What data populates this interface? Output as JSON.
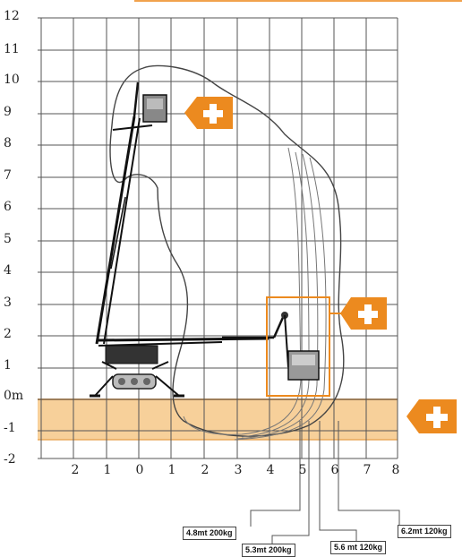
{
  "y_labels": [
    "12",
    "11",
    "10",
    "9",
    "8",
    "7",
    "6",
    "5",
    "4",
    "3",
    "2",
    "1",
    "0m",
    "-1",
    "-2"
  ],
  "x_labels": [
    "2",
    "1",
    "0",
    "1",
    "2",
    "3",
    "4",
    "5",
    "6",
    "7",
    "8"
  ],
  "reach_labels": [
    "4.8mt 200kg",
    "5.3mt 200kg",
    "5.6 mt 120kg",
    "6.2mt 120kg"
  ],
  "icons": [
    "plus-icon",
    "plus-icon",
    "plus-icon"
  ],
  "colors": {
    "accent": "#ec8a1f",
    "ground_band": "#f7cd95",
    "grid": "#555555",
    "envelope": "#444444"
  }
}
